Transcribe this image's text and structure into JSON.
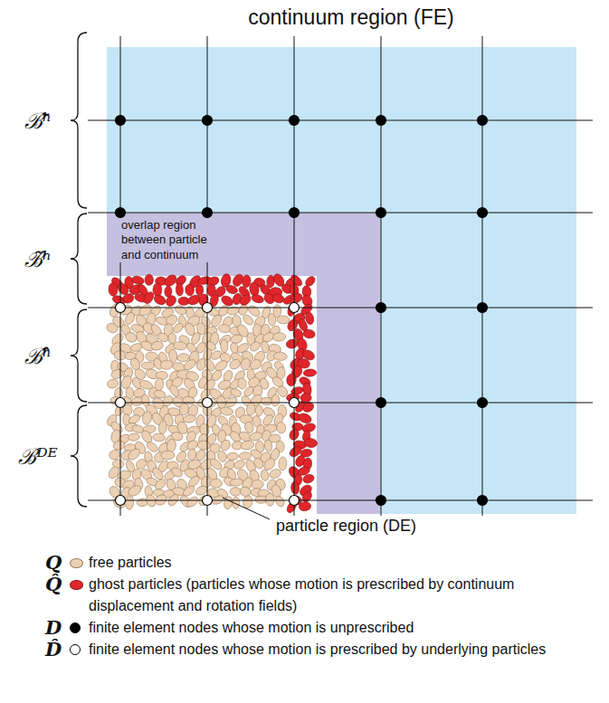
{
  "diagram": {
    "nodes": [
      {
        "text": [
          "continuum region (FE)"
        ]
      },
      {
        "text": [
          "overlap region between particle and continuum"
        ],
        "in": 0
      },
      {
        "text": [
          "particle region (DE)"
        ],
        "in": 1
      }
    ],
    "labels": [
      "ℬ̄ʰ",
      "ℬ̃ʰ",
      "ℬ̂ʰ",
      "ℬᴰᴱ",
      "Q",
      "Q̂",
      "D",
      "D̂"
    ],
    "legend": [
      {
        "text": "free particles",
        "color": "#ecd0b3"
      },
      {
        "text": "ghost particles (particles whose motion is prescribed by continuum displacement and rotation fields)",
        "color": "#e0262b"
      },
      {
        "text": "finite element nodes whose motion is unprescribed"
      },
      {
        "text": "finite element nodes whose motion is prescribed by underlying particles"
      }
    ]
  }
}
